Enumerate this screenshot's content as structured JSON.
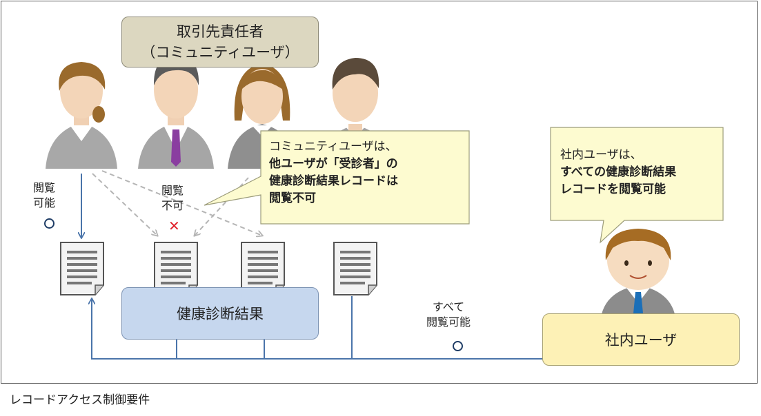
{
  "diagram": {
    "title_box": {
      "line1": "取引先責任者",
      "line2": "（コミュニティユーザ）"
    },
    "records_box": {
      "label": "健康診断結果"
    },
    "internal_box": {
      "label": "社内ユーザ"
    },
    "label_viewable": {
      "line1": "閲覧",
      "line2": "可能"
    },
    "label_not_viewable": {
      "line1": "閲覧",
      "line2": "不可"
    },
    "label_all_viewable": {
      "line1": "すべて",
      "line2": "閲覧可能"
    },
    "community_bubble": {
      "line1": "コミュニティユーザは、",
      "line2": "他ユーザが「受診者」の",
      "line3": "健康診断結果レコードは",
      "line4": "閲覧不可"
    },
    "internal_bubble": {
      "line1": "社内ユーザは、",
      "line2": "すべての健康診断結果",
      "line3": "レコードを閲覧可能"
    },
    "colors": {
      "title_fill": "#dcd7c0",
      "records_fill": "#c6d7ee",
      "internal_fill": "#fdf1b6",
      "bubble_fill": "#fdfbd0",
      "arrow": "#4a74aa",
      "deny_mark": "#e0202a"
    },
    "icons": [
      "person-woman-icon",
      "person-man-icon",
      "document-icon"
    ]
  },
  "caption": "レコードアクセス制御要件"
}
